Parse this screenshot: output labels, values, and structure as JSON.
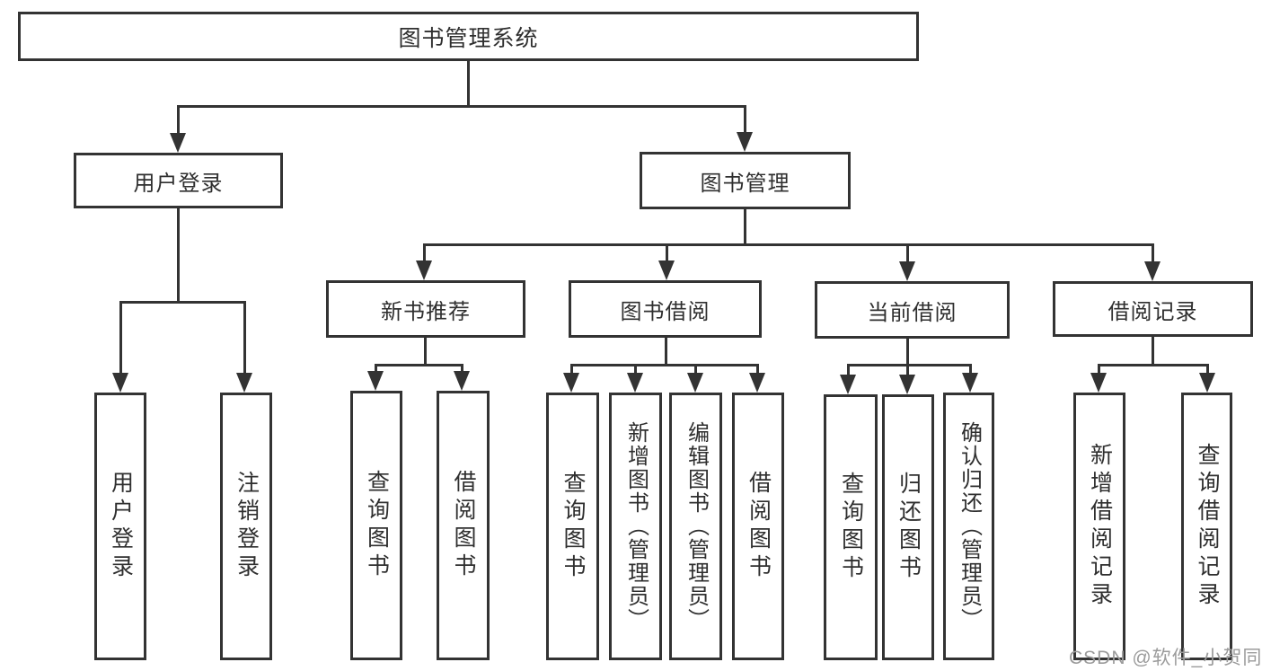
{
  "diagram_type": "hierarchy-tree",
  "tree": {
    "root": "图书管理系统",
    "level2": {
      "user_login": "用户登录",
      "book_mgmt": "图书管理"
    },
    "level3": {
      "new_book": "新书推荐",
      "book_borrow": "图书借阅",
      "current_borrow": "当前借阅",
      "borrow_record": "借阅记录"
    },
    "leaves": {
      "user_login_1": "用户登录",
      "user_login_2": "注销登录",
      "new_book_1": "查询图书",
      "new_book_2": "借阅图书",
      "book_borrow_1": "查询图书",
      "book_borrow_2": "新增图书（管理员）",
      "book_borrow_3": "编辑图书（管理员）",
      "book_borrow_4": "借阅图书",
      "current_borrow_1": "查询图书",
      "current_borrow_2": "归还图书",
      "current_borrow_3": "确认归还（管理员）",
      "borrow_record_1": "新增借阅记录",
      "borrow_record_2": "查询借阅记录"
    }
  },
  "watermark": "CSDN @软件_小贺同学",
  "colors": {
    "line": "#333333",
    "text": "#2f2f2f",
    "background": "#ffffff",
    "watermark": "#9b9b9b"
  }
}
